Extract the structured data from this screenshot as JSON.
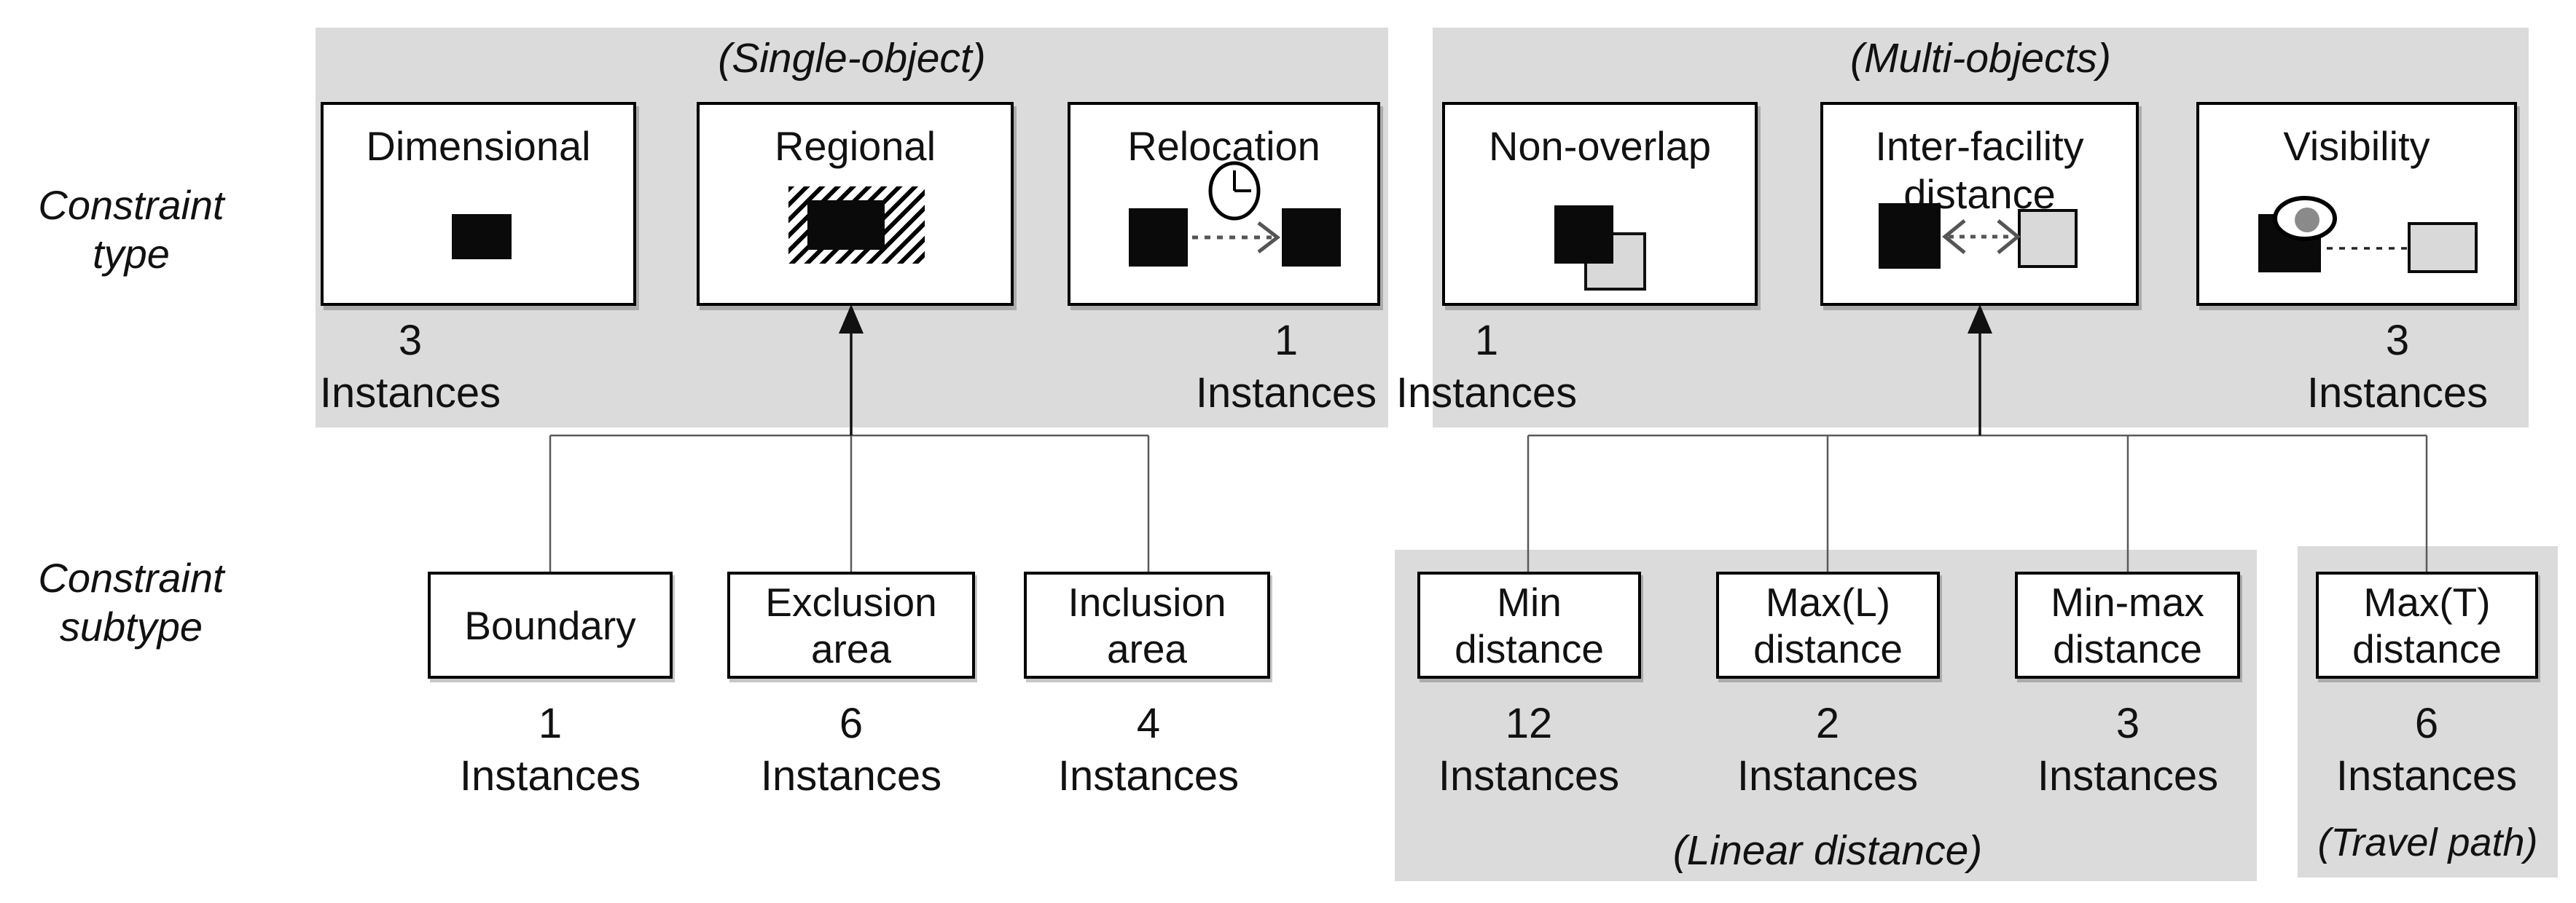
{
  "axis": {
    "type": "Constraint\ntype",
    "subtype": "Constraint\nsubtype"
  },
  "panels": {
    "single_object": "(Single-object)",
    "multi_objects": "(Multi-objects)",
    "linear_distance": "(Linear distance)",
    "travel_path": "(Travel path)"
  },
  "instances_word": "Instances",
  "types": [
    {
      "label": "Dimensional",
      "count": "3",
      "icon": "black-rectangle-icon"
    },
    {
      "label": "Regional",
      "icon": "hatched-area-icon"
    },
    {
      "label": "Relocation",
      "count": "1",
      "icon": "relocation-clock-arrow-icon"
    },
    {
      "label": "Non-overlap",
      "count": "1",
      "icon": "overlapping-squares-icon"
    },
    {
      "label": "Inter-facility\ndistance",
      "icon": "double-arrow-distance-icon"
    },
    {
      "label": "Visibility",
      "count": "3",
      "icon": "eye-sightline-icon"
    }
  ],
  "subtypes": [
    {
      "label": "Boundary",
      "count": "1"
    },
    {
      "label": "Exclusion\narea",
      "count": "6"
    },
    {
      "label": "Inclusion\narea",
      "count": "4"
    },
    {
      "label": "Min\ndistance",
      "count": "12"
    },
    {
      "label": "Max(L)\ndistance",
      "count": "2"
    },
    {
      "label": "Min-max\ndistance",
      "count": "3"
    },
    {
      "label": "Max(T)\ndistance",
      "count": "6"
    }
  ],
  "colors": {
    "panel_bg": "#dbdbdb",
    "box_border": "#000000",
    "icon_gray": "#d9d9d9",
    "connector_gray": "#5a5a5a",
    "arrow_black": "#111111"
  }
}
